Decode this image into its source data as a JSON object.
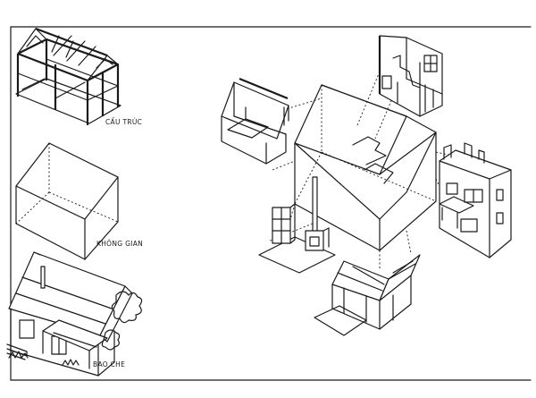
{
  "labels": {
    "structure": "CẤU TRÚC",
    "space": "KHÔNG GIAN",
    "enclosure": "BAO CHE"
  }
}
